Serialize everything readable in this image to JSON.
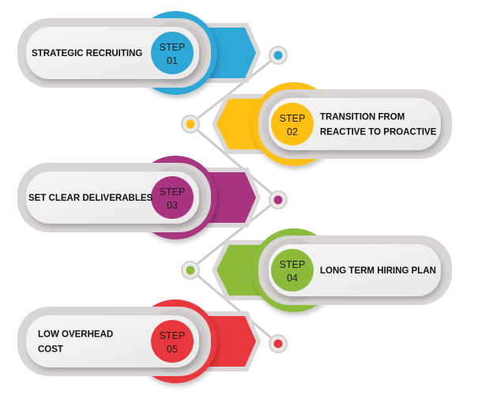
{
  "steps": [
    {
      "step_word": "STEP",
      "number": "01",
      "label_lines": [
        "STRATEGIC RECRUITING"
      ],
      "color": "#2ea6d6",
      "dark": "#1f7fa8"
    },
    {
      "step_word": "STEP",
      "number": "02",
      "label_lines": [
        "TRANSITION FROM",
        "REACTIVE TO PROACTIVE"
      ],
      "color": "#fcbf12",
      "dark": "#f29a0f"
    },
    {
      "step_word": "STEP",
      "number": "03",
      "label_lines": [
        "SET CLEAR DELIVERABLES"
      ],
      "color": "#a8347f",
      "dark": "#7e1f63"
    },
    {
      "step_word": "STEP",
      "number": "04",
      "label_lines": [
        "LONG TERM HIRING PLAN"
      ],
      "color": "#8cbb3c",
      "dark": "#659a2c"
    },
    {
      "step_word": "STEP",
      "number": "05",
      "label_lines": [
        "LOW OVERHEAD",
        "COST"
      ],
      "color": "#e8383d",
      "dark": "#c4262c"
    }
  ]
}
